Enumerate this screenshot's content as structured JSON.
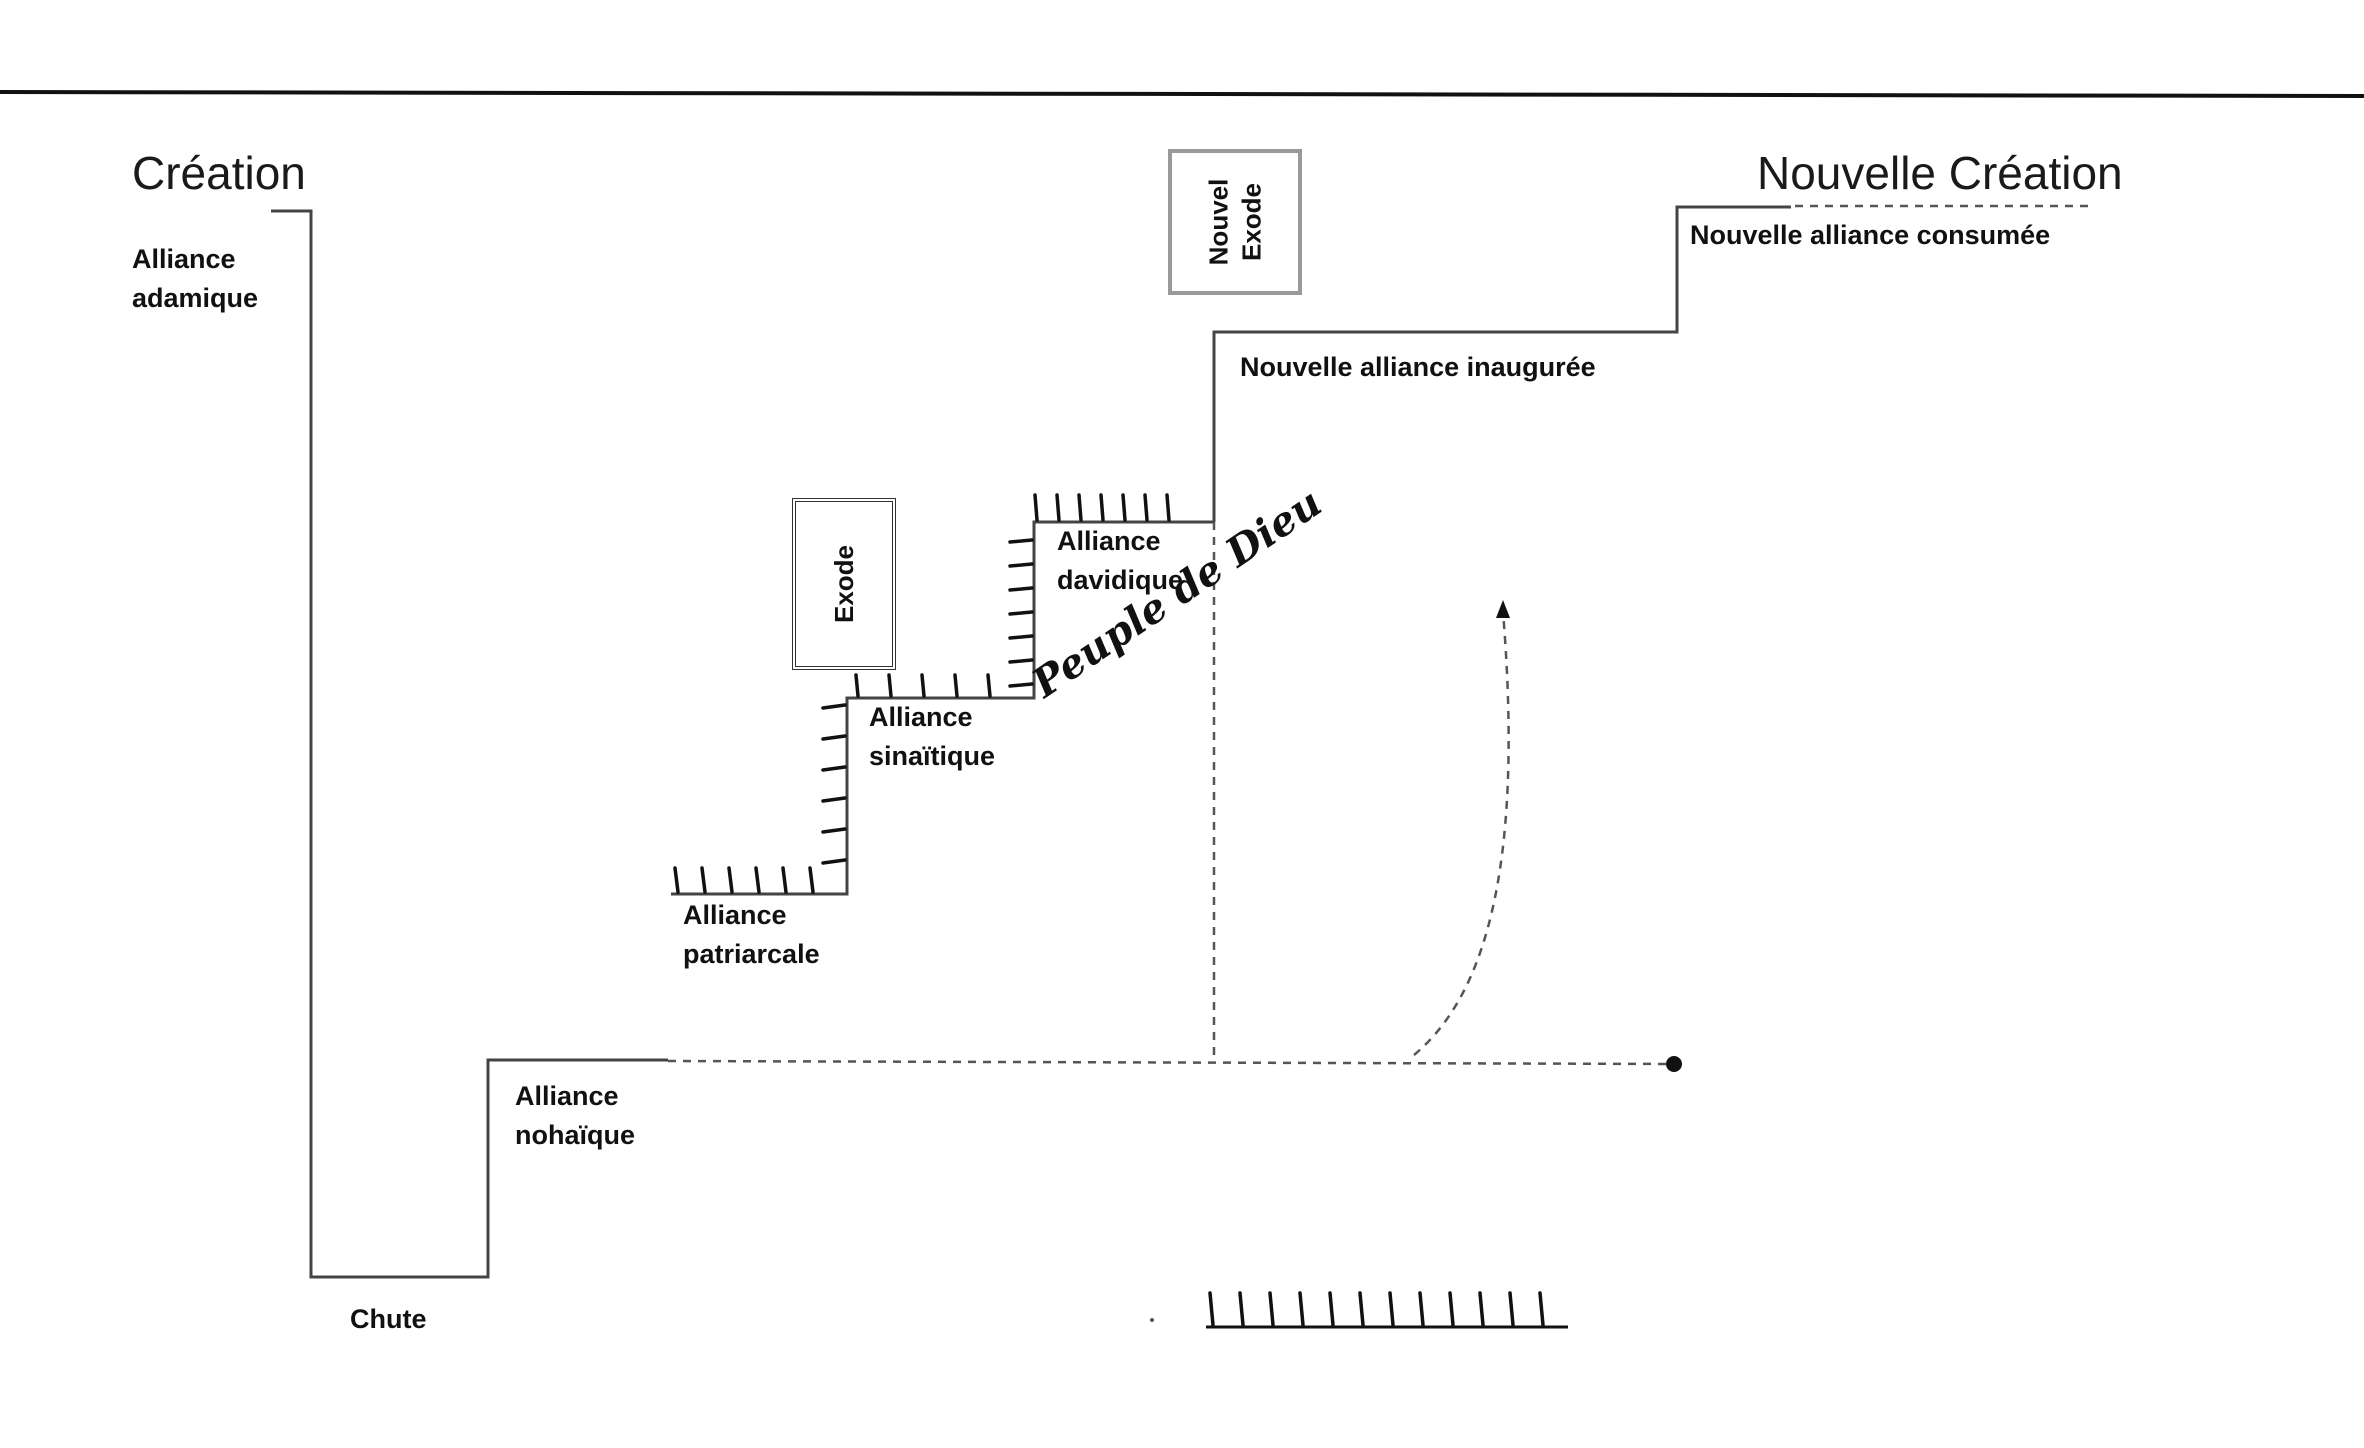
{
  "diagram": {
    "title_left": "Création",
    "title_right": "Nouvelle Création",
    "stages": {
      "adamique": [
        "Alliance",
        "adamique"
      ],
      "chute": "Chute",
      "nohaique": [
        "Alliance",
        "nohaïque"
      ],
      "patriarcale": [
        "Alliance",
        "patriarcale"
      ],
      "sinaitique": [
        "Alliance",
        "sinaïtique"
      ],
      "davidique": [
        "Alliance",
        "davidique"
      ],
      "inauguree": "Nouvelle alliance inaugurée",
      "consumee": "Nouvelle alliance consumée"
    },
    "boxes": {
      "exode": "Exode",
      "nouvel_exode": [
        "Nouvel",
        "Exode"
      ]
    },
    "annotation": "Peuple de Dieu"
  }
}
